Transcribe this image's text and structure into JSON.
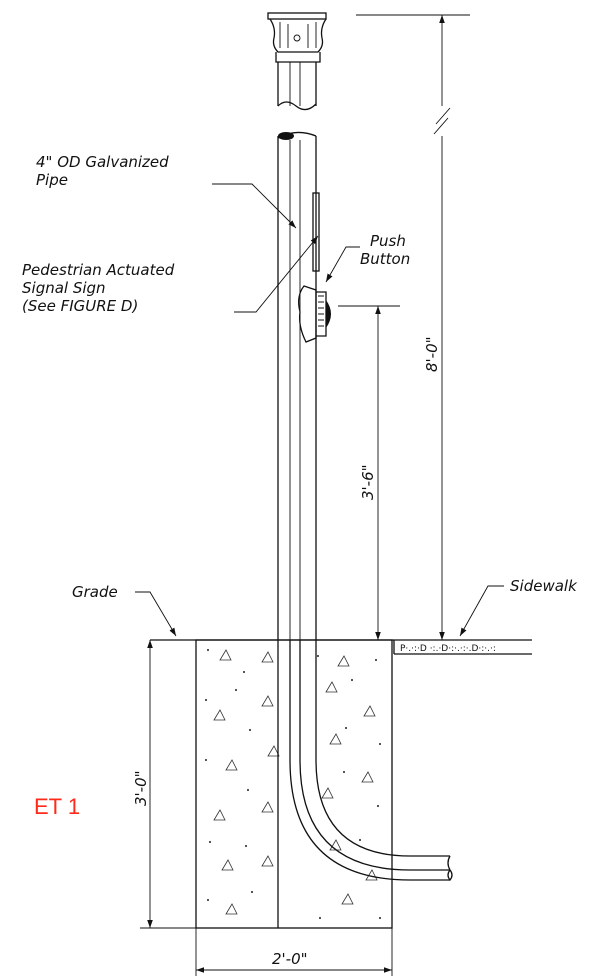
{
  "labels": {
    "pipe_line1": "4\" OD Galvanized",
    "pipe_line2": "Pipe",
    "sign_line1": "Pedestrian Actuated",
    "sign_line2": "Signal Sign",
    "sign_line3": "(See FIGURE D)",
    "push_line1": "Push",
    "push_line2": "Button",
    "grade": "Grade",
    "sidewalk": "Sidewalk",
    "sheet": "ET 1"
  },
  "dimensions": {
    "overall_height": "8'-0\"",
    "button_height": "3'-6\"",
    "footing_depth": "3'-0\"",
    "footing_width": "2'-0\""
  }
}
